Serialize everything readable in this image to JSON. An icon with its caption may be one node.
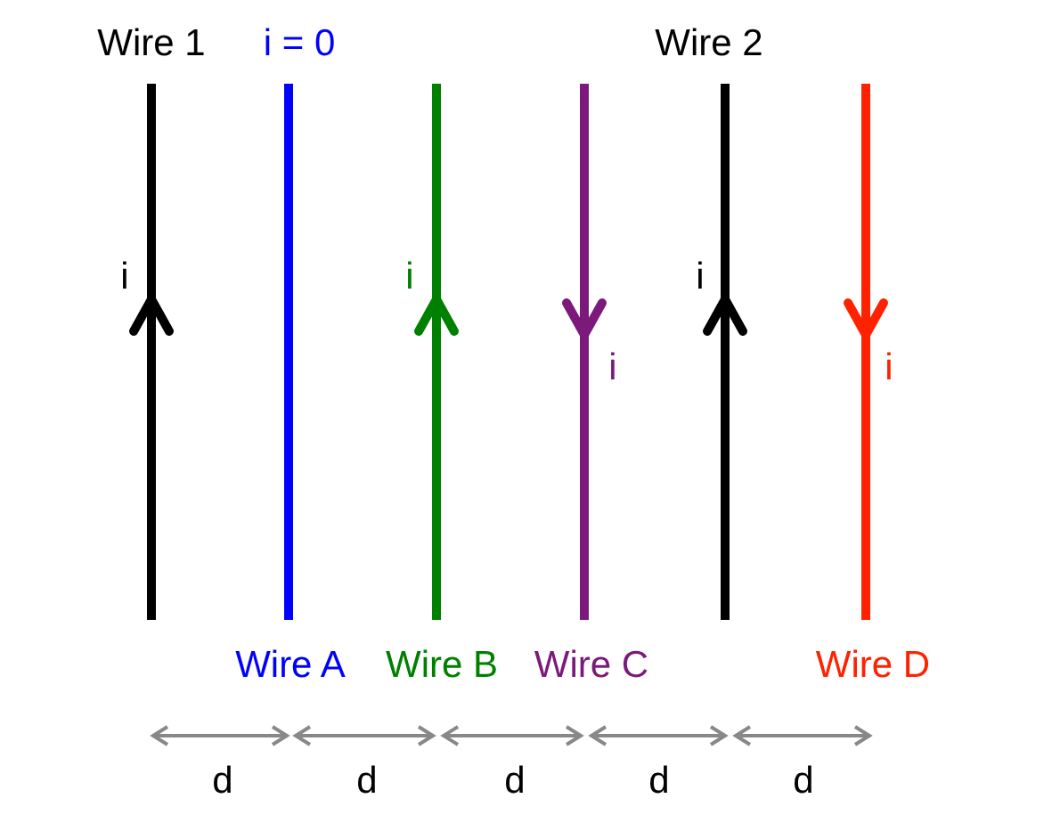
{
  "diagram": {
    "labels": [
      "Wire 1",
      "i = 0",
      "Wire 2",
      "i",
      "i",
      "i",
      "i",
      "i",
      "Wire A",
      "Wire B",
      "Wire C",
      "Wire D",
      "d",
      "d",
      "d",
      "d",
      "d"
    ]
  }
}
